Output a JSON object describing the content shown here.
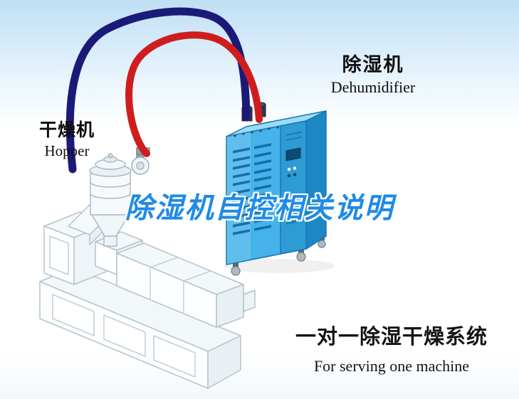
{
  "title": {
    "text": "除湿机自控相关说明",
    "color": "#1f8be6"
  },
  "labels": {
    "dehumidifier": {
      "cn": "除湿机",
      "en": "Dehumidifier"
    },
    "hopper": {
      "cn": "干燥机",
      "en": "Hopper"
    }
  },
  "caption": {
    "cn": "一对一除湿干燥系统",
    "en": "For serving one machine"
  },
  "colors": {
    "sky": "#bfdff4",
    "pipe_blue": "#1b1a78",
    "pipe_red": "#cf1d1d",
    "dehumidifier_front": "#45b3e9",
    "dehumidifier_side": "#1d87c4",
    "dehumidifier_top": "#9adcf8",
    "dehumidifier_panel": "#2d9bd4",
    "title_blue": "#1f8be6"
  }
}
